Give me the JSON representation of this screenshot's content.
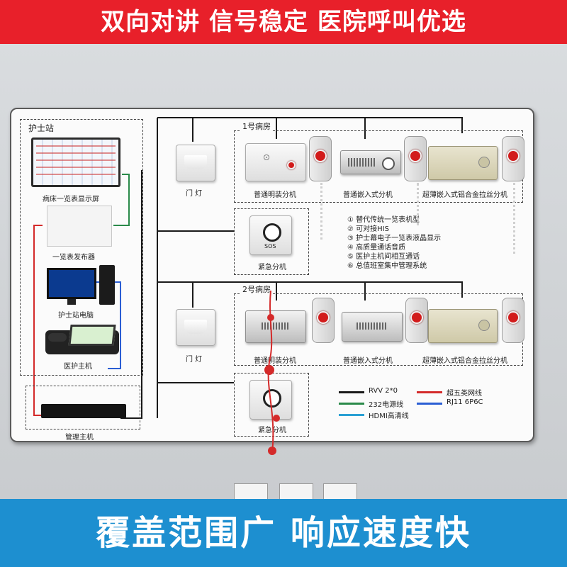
{
  "banners": {
    "top": "双向对讲 信号稳定 医院呼叫优选",
    "bottom": "覆盖范围广  响应速度快"
  },
  "nurse_station": {
    "title": "护士站",
    "devices": [
      {
        "label": "病床一览表显示屏"
      },
      {
        "label": "一览表发布器"
      },
      {
        "label": "护士站电脑"
      },
      {
        "label": "医护主机"
      }
    ],
    "management": {
      "label": "管理主机"
    }
  },
  "rooms": [
    {
      "title": "1号病房",
      "door_light": "门 灯",
      "units": [
        "普通明装分机",
        "普通嵌入式分机",
        "超薄嵌入式铝合金拉丝分机"
      ],
      "emergency": {
        "label": "紧急分机",
        "button_text": "SOS"
      }
    },
    {
      "title": "2号病房",
      "door_light": "门 灯",
      "units": [
        "普通明装分机",
        "普通嵌入式分机",
        "超薄嵌入式铝合金拉丝分机"
      ],
      "emergency": {
        "label": "紧急分机"
      }
    }
  ],
  "features": [
    "① 替代传统一览表机型",
    "② 可对接HIS",
    "③ 护士幕电子一览表液晶显示",
    "④ 高质量通话音质",
    "⑤ 医护主机间相互通话",
    "⑥ 总值班室集中管理系统"
  ],
  "legend": [
    {
      "label": "RVV 2*0",
      "color": "#1a1a1a"
    },
    {
      "label": "超五类网线",
      "color": "#d42a2a"
    },
    {
      "label": "232电源线",
      "color": "#2a8a4a"
    },
    {
      "label": "RJ11 6P6C",
      "color": "#2a5ed4"
    },
    {
      "label": "HDMI高清线",
      "color": "#2aa0d4"
    }
  ],
  "colors": {
    "top_banner": "#e8202a",
    "bottom_banner": "#1d8fd0",
    "call_button": "#d21b1b"
  }
}
